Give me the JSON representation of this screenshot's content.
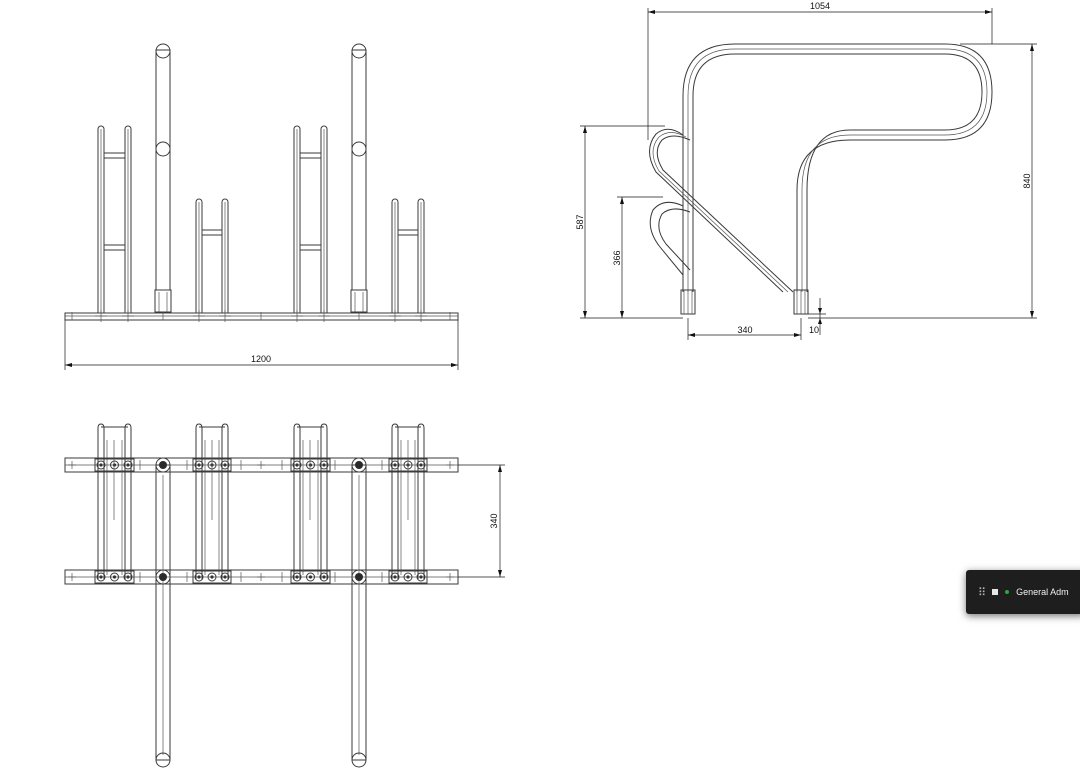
{
  "front_view": {
    "width_label": "1200"
  },
  "side_view": {
    "length_label": "1054",
    "height_label": "840",
    "upper_loop_label": "587",
    "lower_loop_label": "366",
    "base_spacing_label": "340",
    "foot_label": "10"
  },
  "plan_view": {
    "rail_spacing_label": "340"
  },
  "meeting_bar": {
    "title": "General Adm",
    "icons": [
      "drag-handle-icon",
      "stop-icon",
      "live-dot-icon"
    ],
    "colors": {
      "background": "#1e1e1e",
      "live": "#29a745"
    }
  }
}
